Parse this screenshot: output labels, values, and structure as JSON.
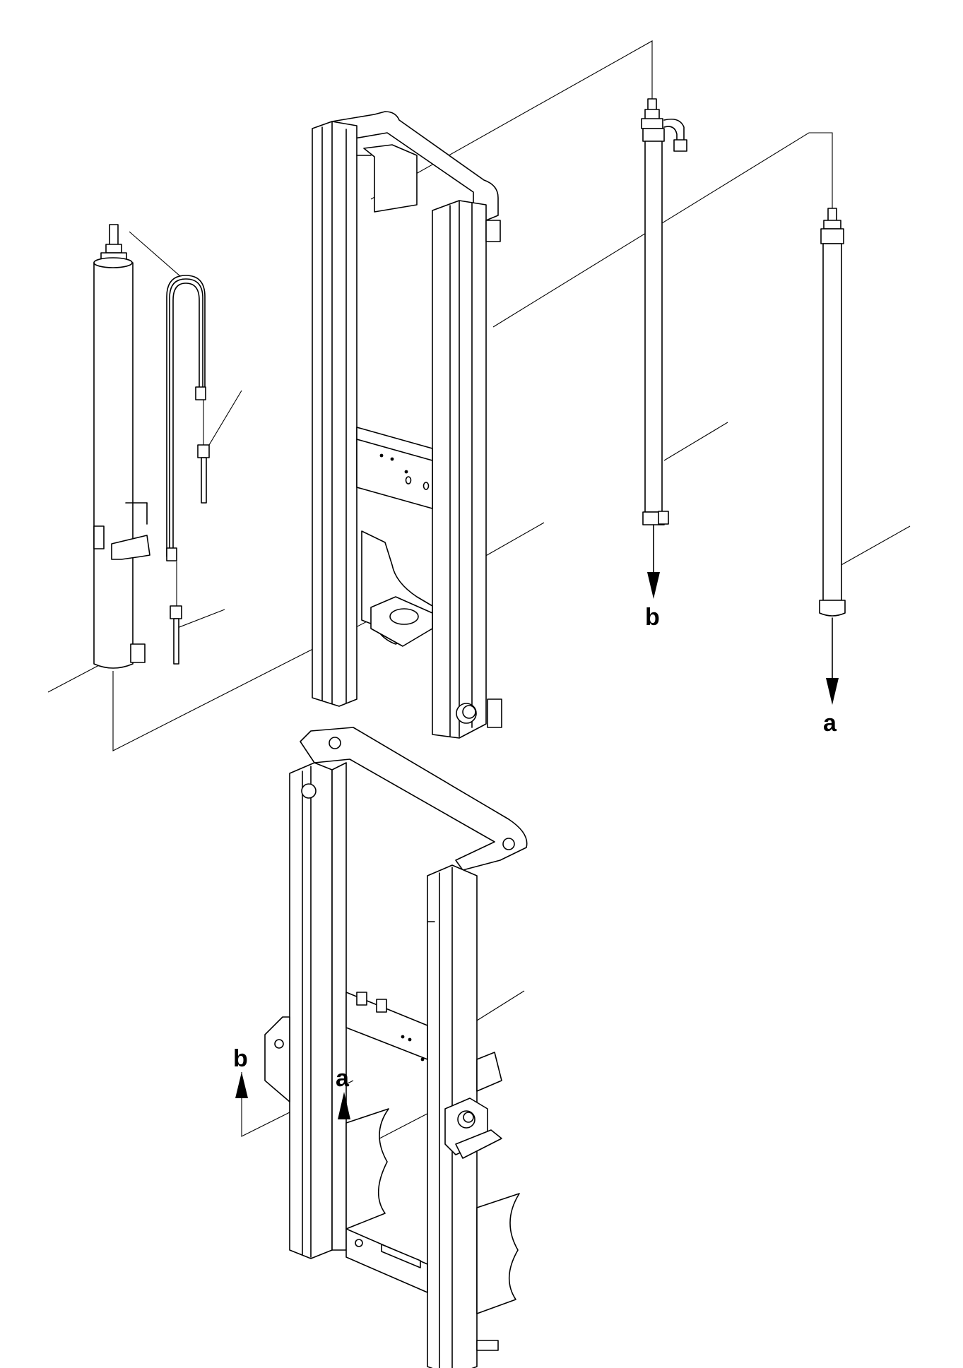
{
  "diagram": {
    "callouts": {
      "top_b": "b",
      "top_a": "a",
      "bottom_b": "b",
      "bottom_a": "a"
    }
  }
}
